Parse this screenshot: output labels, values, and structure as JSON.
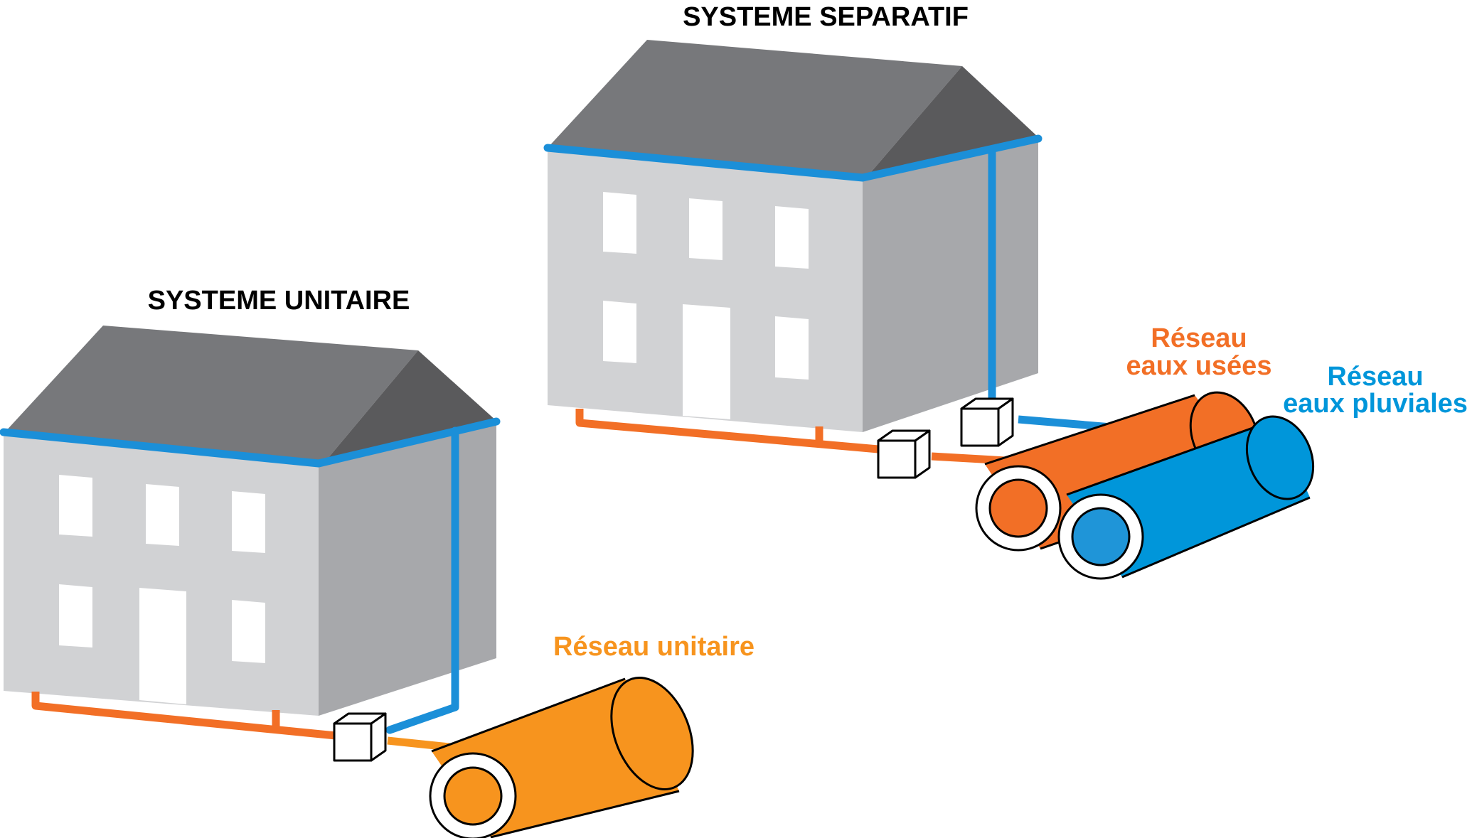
{
  "labels": {
    "unitaire_title": "SYSTEME UNITAIRE",
    "separatif_title": "SYSTEME SEPARATIF",
    "reseau_unitaire": "Réseau unitaire",
    "reseau_usees_line1": "Réseau",
    "reseau_usees_line2": "eaux usées",
    "reseau_pluviales_line1": "Réseau",
    "reseau_pluviales_line2": "eaux pluviales"
  },
  "colors": {
    "roof_front": "#77787b",
    "roof_side": "#5a5a5c",
    "wall_front": "#d1d2d4",
    "wall_side": "#a7a8ab",
    "window": "#ffffff",
    "rain_pipe": "#1b8fd8",
    "waste_pipe": "#f26f26",
    "unitaire_pipe": "#f7941e",
    "pluviales_pipe": "#0096da",
    "outline": "#000000",
    "title_text": "#000000"
  }
}
